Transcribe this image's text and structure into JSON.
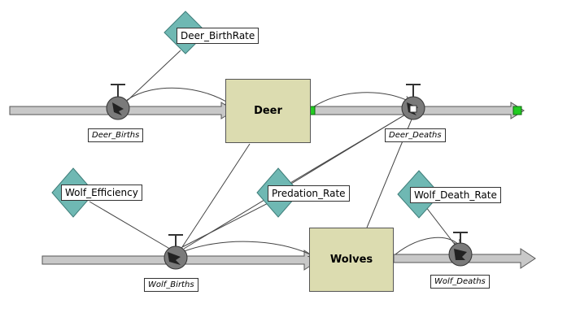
{
  "diagram": {
    "stocks": {
      "deer": "Deer",
      "wolves": "Wolves"
    },
    "flows": {
      "deer_births": "Deer_Births",
      "deer_deaths": "Deer_Deaths",
      "wolf_births": "Wolf_Births",
      "wolf_deaths": "Wolf_Deaths"
    },
    "converters": {
      "deer_birthrate": "Deer_BirthRate",
      "wolf_efficiency": "Wolf_Efficiency",
      "predation_rate": "Predation_Rate",
      "wolf_death_rate": "Wolf_Death_Rate"
    },
    "colors": {
      "stock_fill": "#dcdcb0",
      "converter_fill": "#6fb8b3",
      "pipe_fill": "#c8c8c8",
      "valve_fill": "#7a7a7a",
      "port_green": "#22cc22"
    }
  }
}
